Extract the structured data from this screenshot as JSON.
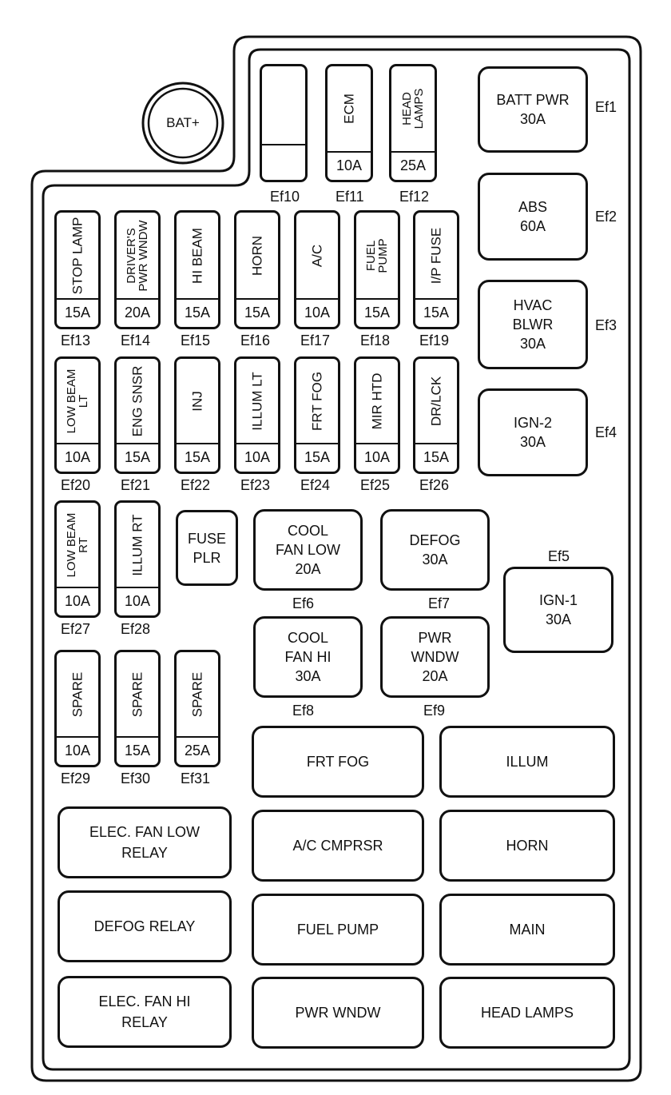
{
  "battery_terminal": "BAT+",
  "top_fuses": [
    {
      "id": "Ef10",
      "name": "",
      "amps": ""
    },
    {
      "id": "Ef11",
      "name": [
        "ECM"
      ],
      "amps": "10A"
    },
    {
      "id": "Ef12",
      "name": [
        "HEAD",
        "LAMPS"
      ],
      "amps": "25A"
    }
  ],
  "row1_fuses": [
    {
      "id": "Ef13",
      "name": [
        "STOP LAMP"
      ],
      "amps": "15A"
    },
    {
      "id": "Ef14",
      "name": [
        "DRIVER'S",
        "PWR WNDW"
      ],
      "amps": "20A"
    },
    {
      "id": "Ef15",
      "name": [
        "HI BEAM"
      ],
      "amps": "15A"
    },
    {
      "id": "Ef16",
      "name": [
        "HORN"
      ],
      "amps": "15A"
    },
    {
      "id": "Ef17",
      "name": [
        "A/C"
      ],
      "amps": "10A"
    },
    {
      "id": "Ef18",
      "name": [
        "FUEL",
        "PUMP"
      ],
      "amps": "15A"
    },
    {
      "id": "Ef19",
      "name": [
        "I/P FUSE"
      ],
      "amps": "15A"
    }
  ],
  "row2_fuses": [
    {
      "id": "Ef20",
      "name": [
        "LOW BEAM",
        "LT"
      ],
      "amps": "10A"
    },
    {
      "id": "Ef21",
      "name": [
        "ENG SNSR"
      ],
      "amps": "15A"
    },
    {
      "id": "Ef22",
      "name": [
        "INJ"
      ],
      "amps": "15A"
    },
    {
      "id": "Ef23",
      "name": [
        "ILLUM LT"
      ],
      "amps": "10A"
    },
    {
      "id": "Ef24",
      "name": [
        "FRT FOG"
      ],
      "amps": "15A"
    },
    {
      "id": "Ef25",
      "name": [
        "MIR HTD"
      ],
      "amps": "10A"
    },
    {
      "id": "Ef26",
      "name": [
        "DR/LCK"
      ],
      "amps": "15A"
    }
  ],
  "row3_fuses": [
    {
      "id": "Ef27",
      "name": [
        "LOW BEAM",
        "RT"
      ],
      "amps": "10A"
    },
    {
      "id": "Ef28",
      "name": [
        "ILLUM RT"
      ],
      "amps": "10A"
    }
  ],
  "spare_fuses": [
    {
      "id": "Ef29",
      "name": [
        "SPARE"
      ],
      "amps": "10A"
    },
    {
      "id": "Ef30",
      "name": [
        "SPARE"
      ],
      "amps": "15A"
    },
    {
      "id": "Ef31",
      "name": [
        "SPARE"
      ],
      "amps": "25A"
    }
  ],
  "fuse_puller": [
    "FUSE",
    "PLR"
  ],
  "maxi_fuses": [
    {
      "id": "Ef1",
      "lines": [
        "BATT PWR",
        "30A"
      ]
    },
    {
      "id": "Ef2",
      "lines": [
        "ABS",
        "60A"
      ]
    },
    {
      "id": "Ef3",
      "lines": [
        "HVAC",
        "BLWR",
        "30A"
      ]
    },
    {
      "id": "Ef4",
      "lines": [
        "IGN-2",
        "30A"
      ]
    },
    {
      "id": "Ef5",
      "lines": [
        "IGN-1",
        "30A"
      ]
    },
    {
      "id": "Ef6",
      "lines": [
        "COOL",
        "FAN LOW",
        "20A"
      ]
    },
    {
      "id": "Ef7",
      "lines": [
        "DEFOG",
        "30A"
      ]
    },
    {
      "id": "Ef8",
      "lines": [
        "COOL",
        "FAN HI",
        "30A"
      ]
    },
    {
      "id": "Ef9",
      "lines": [
        "PWR",
        "WNDW",
        "20A"
      ]
    }
  ],
  "relays": [
    {
      "key": "frt-fog",
      "lines": [
        "FRT FOG"
      ]
    },
    {
      "key": "illum",
      "lines": [
        "ILLUM"
      ]
    },
    {
      "key": "elec-fan-low",
      "lines": [
        "ELEC. FAN LOW",
        "RELAY"
      ]
    },
    {
      "key": "ac-cmprsr",
      "lines": [
        "A/C CMPRSR"
      ]
    },
    {
      "key": "horn",
      "lines": [
        "HORN"
      ]
    },
    {
      "key": "defog",
      "lines": [
        "DEFOG RELAY"
      ]
    },
    {
      "key": "fuel-pump",
      "lines": [
        "FUEL PUMP"
      ]
    },
    {
      "key": "main",
      "lines": [
        "MAIN"
      ]
    },
    {
      "key": "elec-fan-hi",
      "lines": [
        "ELEC. FAN HI",
        "RELAY"
      ]
    },
    {
      "key": "pwr-wndw",
      "lines": [
        "PWR WNDW"
      ]
    },
    {
      "key": "head-lamps",
      "lines": [
        "HEAD LAMPS"
      ]
    }
  ],
  "colors": {
    "line": "#111111",
    "background": "#ffffff"
  }
}
